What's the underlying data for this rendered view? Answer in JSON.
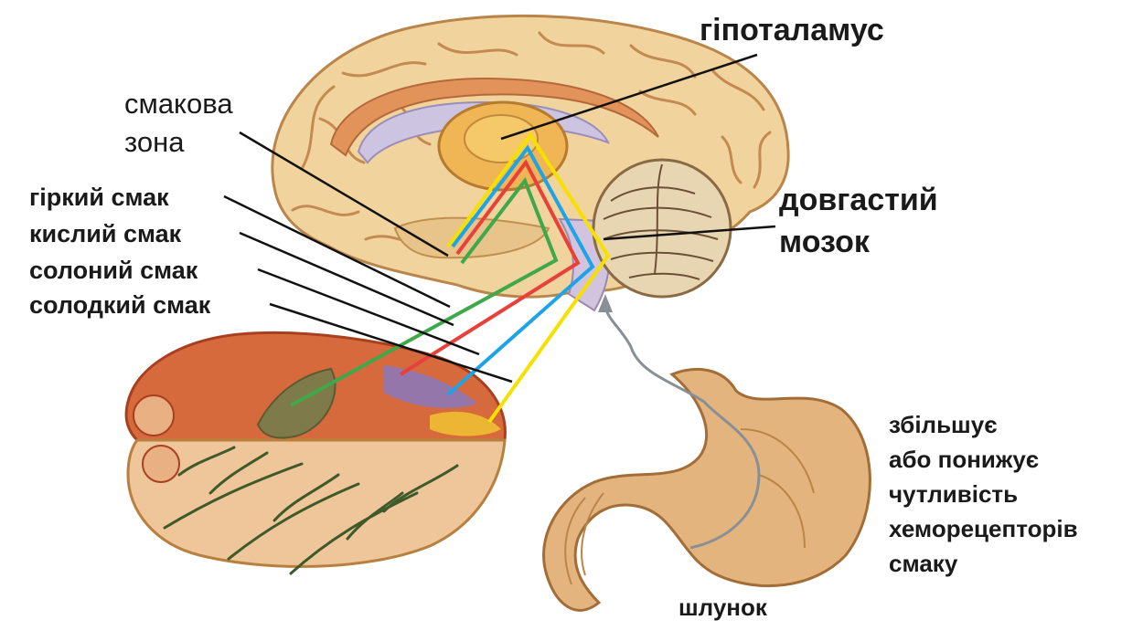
{
  "labels": {
    "hypothalamus": "гіпоталамус",
    "taste_zone_line1": "смакова",
    "taste_zone_line2": "зона",
    "medulla_line1": "довгастий",
    "medulla_line2": "мозок",
    "stomach": "шлунок"
  },
  "taste_types": {
    "bitter": "гіркий смак",
    "sour": "кислий смак",
    "salty": "солоний смак",
    "sweet": "солодкий смак"
  },
  "stomach_note": {
    "line1": "збільшує",
    "line2": "або понижує",
    "line3": "чутливість",
    "line4": "хеморецепторів",
    "line5": "смаку"
  },
  "colors": {
    "bitter_pathway": "#3fa84a",
    "sour_pathway": "#e8413a",
    "salty_pathway": "#1ea3e6",
    "sweet_pathway": "#f5e000",
    "brain_tissue": "#f1d39e",
    "tongue_tissue": "#d76a3c",
    "stomach_tissue": "#e3b47e"
  }
}
